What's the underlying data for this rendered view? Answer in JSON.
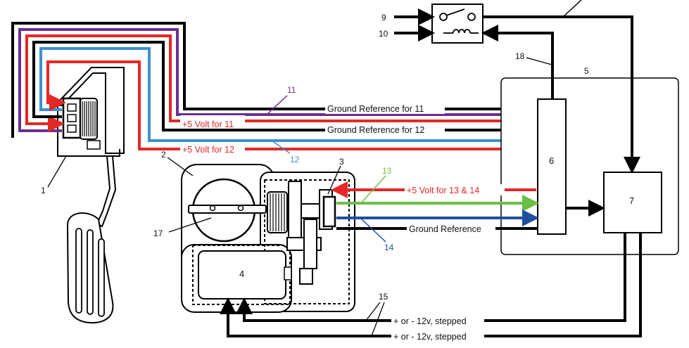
{
  "callouts": {
    "n1": "1",
    "n2": "2",
    "n3": "3",
    "n4": "4",
    "n5": "5",
    "n6": "6",
    "n7": "7",
    "n9": "9",
    "n10": "10",
    "n11": "11",
    "n12": "12",
    "n13": "13",
    "n14": "14",
    "n15": "15",
    "n17": "17",
    "n18": "18"
  },
  "labels": {
    "ground_ref_11": "Ground Reference for 11",
    "volt_11": "+5 Volt for 11",
    "ground_ref_12": "Ground Reference for 12",
    "volt_12": "+5 Volt for 12",
    "volt_13_14": "+5 Volt for 13 & 14",
    "ground_ref": "Ground Reference",
    "stepped_1": "+ or - 12v, stepped",
    "stepped_2": "+ or - 12v, stepped"
  },
  "colors": {
    "black": "#000000",
    "purple": "#6a2f8f",
    "red": "#e32826",
    "blue_light": "#3f8fd0",
    "green": "#6cbf45",
    "blue_dark": "#1f4f9e"
  }
}
